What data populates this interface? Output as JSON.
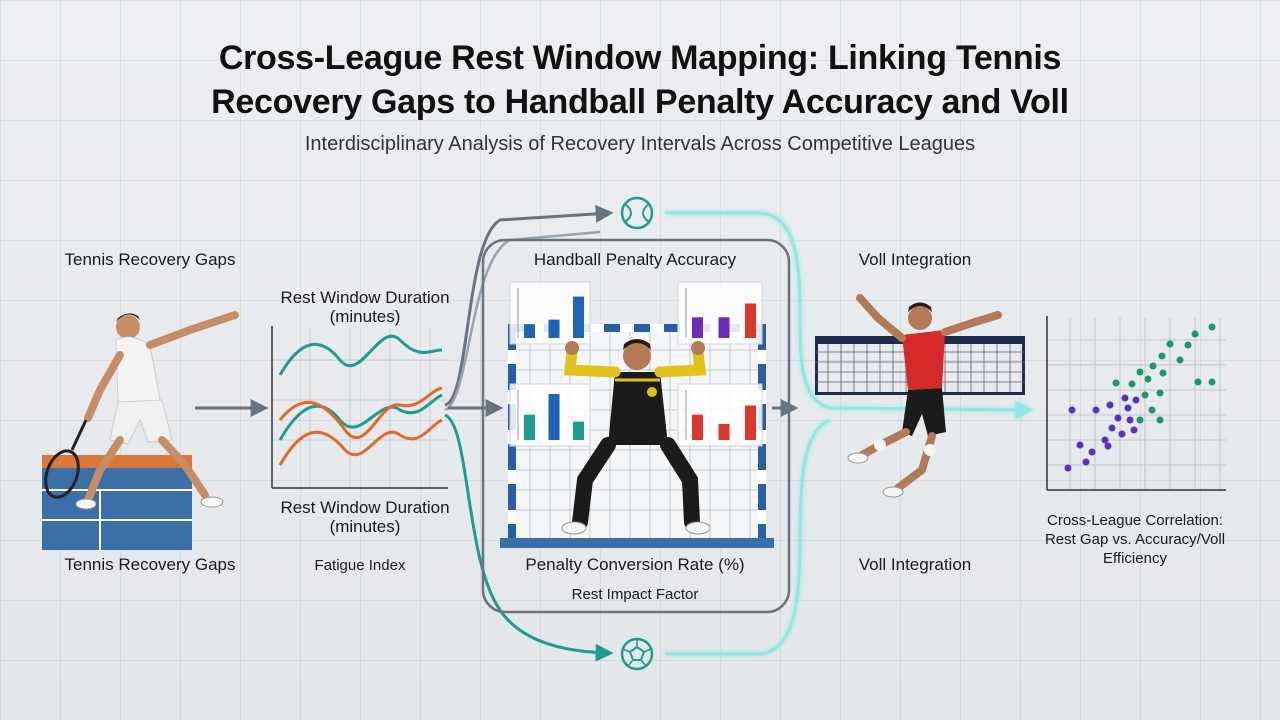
{
  "title_line1": "Cross-League Rest Window Mapping: Linking Tennis",
  "title_line2": "Recovery Gaps to Handball Penalty Accuracy and Voll",
  "subtitle": "Interdisciplinary Analysis of Recovery Intervals Across Competitive Leagues",
  "tennis": {
    "top_label": "Tennis Recovery Gaps",
    "bottom_label": "Tennis Recovery Gaps"
  },
  "rest_chart": {
    "top_label_l1": "Rest Window Duration",
    "top_label_l2": "(minutes)",
    "bottom_label_l1": "Rest Window Duration",
    "bottom_label_l2": "(minutes)",
    "footer": "Fatigue Index"
  },
  "handball": {
    "top_label": "Handball Penalty Accuracy",
    "bottom_label": "Penalty Conversion Rate (%)",
    "footer": "Rest Impact Factor",
    "mini_chart_tl_values": [
      0.3,
      0.4,
      0.9
    ],
    "mini_chart_tr_values": [
      0.45,
      0.45,
      0.75
    ],
    "mini_chart_bl_values": [
      0.55,
      1.0,
      0.4
    ],
    "mini_chart_br_values": [
      0.55,
      0.35,
      0.75
    ]
  },
  "voll": {
    "top_label": "Voll Integration",
    "bottom_label": "Voll Integration"
  },
  "correlation": {
    "caption": "Cross-League Correlation: Rest Gap vs. Accuracy/Voll Efficiency"
  },
  "colors": {
    "teal": "#1d9c8f",
    "orange": "#e06a2c",
    "blue": "#1f64b5",
    "purple": "#6a2db5",
    "red": "#d8372c",
    "green": "#1a9a6a",
    "court_blue": "#3a6fa8",
    "court_orange": "#d9783a",
    "arrow_grey": "#6a7480",
    "arrow_cyan": "#7fe5e0"
  },
  "icons": [
    "tennis-ball-icon",
    "handball-ball-icon"
  ]
}
